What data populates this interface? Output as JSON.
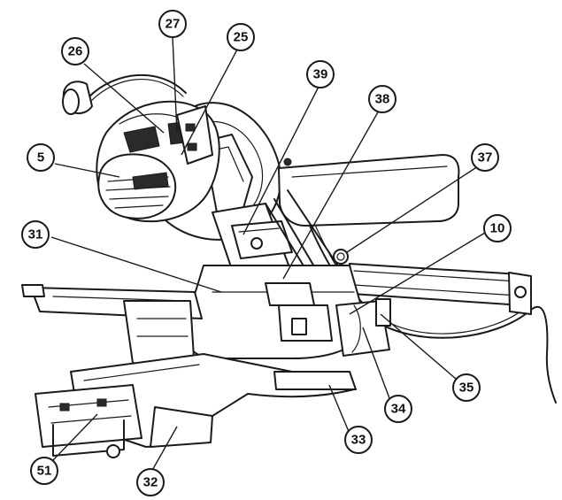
{
  "callouts": [
    {
      "id": "c27",
      "label": "27"
    },
    {
      "id": "c25",
      "label": "25"
    },
    {
      "id": "c26",
      "label": "26"
    },
    {
      "id": "c39",
      "label": "39"
    },
    {
      "id": "c38",
      "label": "38"
    },
    {
      "id": "c5",
      "label": "5"
    },
    {
      "id": "c37",
      "label": "37"
    },
    {
      "id": "c31",
      "label": "31"
    },
    {
      "id": "c10",
      "label": "10"
    },
    {
      "id": "c35",
      "label": "35"
    },
    {
      "id": "c34",
      "label": "34"
    },
    {
      "id": "c33",
      "label": "33"
    },
    {
      "id": "c51",
      "label": "51"
    },
    {
      "id": "c32",
      "label": "32"
    }
  ]
}
